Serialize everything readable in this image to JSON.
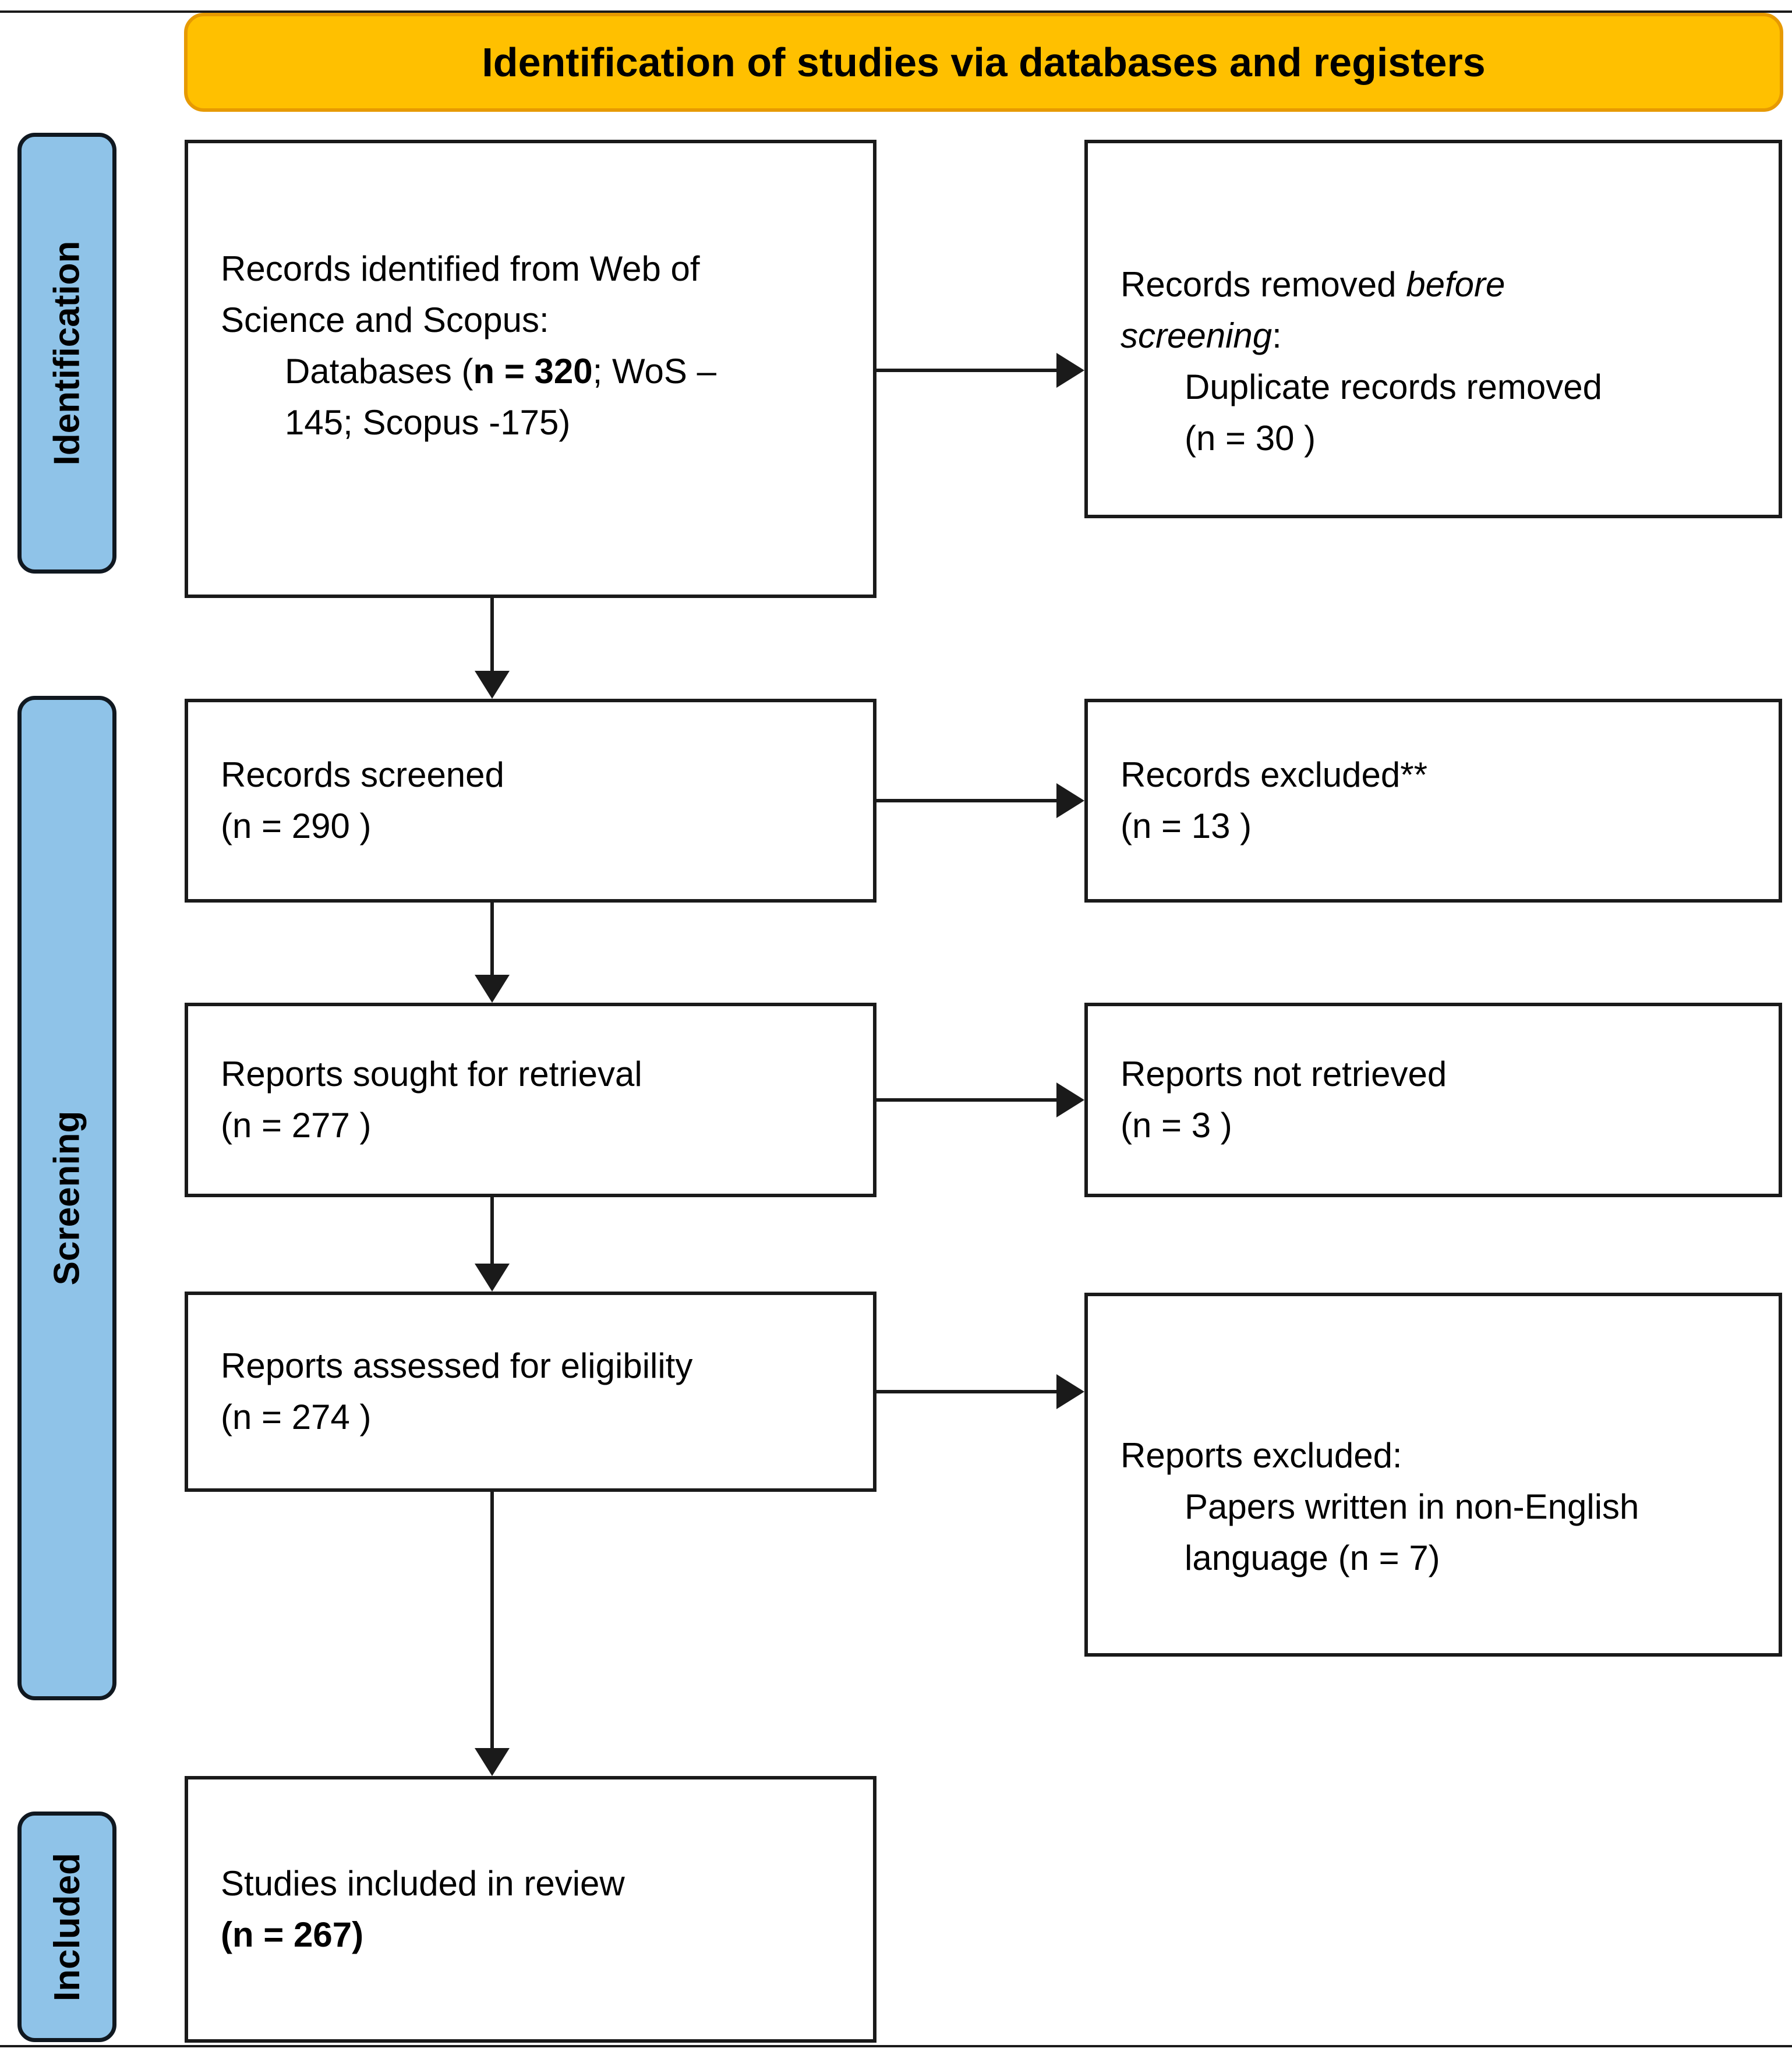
{
  "banner": {
    "title": "Identification of studies via databases and registers"
  },
  "colors": {
    "banner_fill": "#FFC000",
    "banner_border": "#E79A02",
    "stage_fill": "#8FC3E8",
    "stage_border": "#101820",
    "box_border": "#1A1A1A"
  },
  "stages": [
    {
      "label": "Identification"
    },
    {
      "label": "Screening"
    },
    {
      "label": "Included"
    }
  ],
  "boxes": {
    "records_identified": {
      "lines": [
        {
          "indent": false,
          "segments": [
            {
              "text": "Records identified from Web of"
            }
          ]
        },
        {
          "indent": false,
          "segments": [
            {
              "text": "Science and Scopus:"
            }
          ]
        },
        {
          "indent": true,
          "segments": [
            {
              "text": "Databases ("
            },
            {
              "text": "n = 320",
              "bold": true
            },
            {
              "text": "; WoS –"
            }
          ]
        },
        {
          "indent": true,
          "segments": [
            {
              "text": "145; Scopus -175)"
            }
          ]
        }
      ]
    },
    "records_removed": {
      "lines": [
        {
          "indent": false,
          "segments": [
            {
              "text": "Records removed "
            },
            {
              "text": "before",
              "italic": true
            }
          ]
        },
        {
          "indent": false,
          "segments": [
            {
              "text": "screening",
              "italic": true
            },
            {
              "text": ":"
            }
          ]
        },
        {
          "indent": true,
          "segments": [
            {
              "text": "Duplicate records removed"
            }
          ]
        },
        {
          "indent": true,
          "segments": [
            {
              "text": "(n = 30 )"
            }
          ]
        }
      ]
    },
    "records_screened": {
      "lines": [
        {
          "indent": false,
          "segments": [
            {
              "text": "Records screened"
            }
          ]
        },
        {
          "indent": false,
          "segments": [
            {
              "text": "(n = 290 )"
            }
          ]
        }
      ]
    },
    "records_excluded": {
      "lines": [
        {
          "indent": false,
          "segments": [
            {
              "text": "Records excluded**"
            }
          ]
        },
        {
          "indent": false,
          "segments": [
            {
              "text": "(n = 13 )"
            }
          ]
        }
      ]
    },
    "reports_sought": {
      "lines": [
        {
          "indent": false,
          "segments": [
            {
              "text": "Reports sought for retrieval"
            }
          ]
        },
        {
          "indent": false,
          "segments": [
            {
              "text": "(n = 277 )"
            }
          ]
        }
      ]
    },
    "reports_not_retrieved": {
      "lines": [
        {
          "indent": false,
          "segments": [
            {
              "text": "Reports not retrieved"
            }
          ]
        },
        {
          "indent": false,
          "segments": [
            {
              "text": "(n = 3 )"
            }
          ]
        }
      ]
    },
    "reports_assessed": {
      "lines": [
        {
          "indent": false,
          "segments": [
            {
              "text": "Reports assessed for eligibility"
            }
          ]
        },
        {
          "indent": false,
          "segments": [
            {
              "text": "(n = 274 )"
            }
          ]
        }
      ]
    },
    "reports_excluded": {
      "lines": [
        {
          "indent": false,
          "segments": [
            {
              "text": "Reports excluded:"
            }
          ]
        },
        {
          "indent": true,
          "segments": [
            {
              "text": "Papers written in non-English"
            }
          ]
        },
        {
          "indent": true,
          "segments": [
            {
              "text": "language (n = 7)"
            }
          ]
        }
      ]
    },
    "studies_included": {
      "lines": [
        {
          "indent": false,
          "segments": [
            {
              "text": "Studies included in review"
            }
          ]
        },
        {
          "indent": false,
          "segments": [
            {
              "text": "(n = 267)",
              "bold": true
            }
          ]
        }
      ]
    }
  }
}
